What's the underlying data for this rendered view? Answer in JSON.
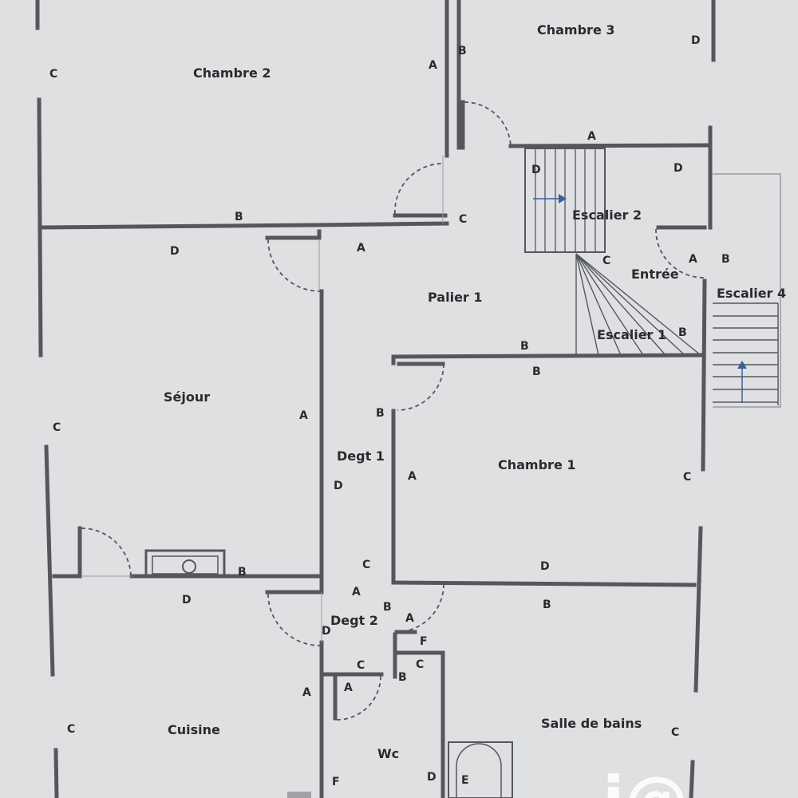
{
  "rooms": {
    "chambre2": "Chambre 2",
    "chambre3": "Chambre 3",
    "escalier2": "Escalier 2",
    "entree": "Entrée",
    "escalier4": "Escalier 4",
    "palier1": "Palier 1",
    "escalier1": "Escalier 1",
    "sejour": "Séjour",
    "chambre1": "Chambre 1",
    "degt1": "Degt 1",
    "degt2": "Degt 2",
    "cuisine": "Cuisine",
    "wc": "Wc",
    "salle_de_bains": "Salle de bains"
  },
  "wall_labels": {
    "ch2_west": "C",
    "ch2_east": "A",
    "ch2_south": "B",
    "ch3_west": "B",
    "ch3_east": "D",
    "ch3_south": "A",
    "stair2_west": "D",
    "entree_north": "D",
    "palier_c": "C",
    "palier_a": "A",
    "entree_c": "C",
    "entree_a": "A",
    "stair4_b": "B",
    "stair1_b": "B",
    "palier_south": "B",
    "ch1_north": "B",
    "sejour_north": "D",
    "sejour_east": "A",
    "sejour_west": "C",
    "sejour_south": "B",
    "degt1_b": "B",
    "degt1_d": "D",
    "ch1_west": "A",
    "ch1_east": "C",
    "ch1_south": "D",
    "degt1_c": "C",
    "degt2_a": "A",
    "degt2_b": "B",
    "degt2_a2": "A",
    "degt2_d": "D",
    "sdb_north": "B",
    "cuisine_north": "D",
    "wc_f1": "F",
    "wc_c1": "C",
    "degt2_c": "C",
    "wc_b": "B",
    "wc_a": "A",
    "cuisine_east": "A",
    "cuisine_west": "C",
    "sdb_east": "C",
    "wc_f2": "F",
    "wc_d": "D",
    "bath_e": "E"
  },
  "watermark": "i@"
}
